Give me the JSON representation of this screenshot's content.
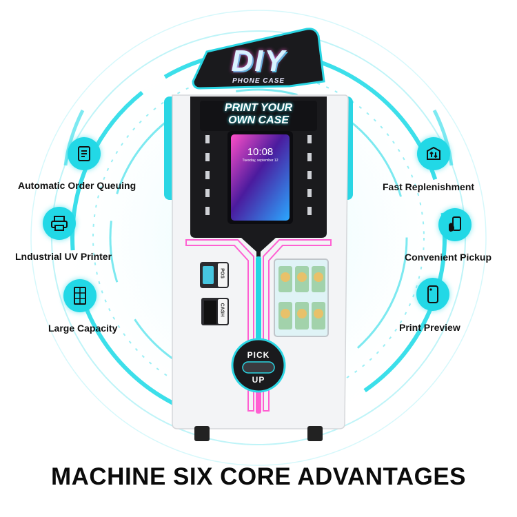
{
  "logo": {
    "main": "DIY",
    "sub": "PHONE CASE"
  },
  "banner": {
    "line1": "PRINT YOUR",
    "line2": "OWN CASE"
  },
  "phone_screen": {
    "time": "10:08",
    "date": "Tuesday, september 12"
  },
  "slot_labels": {
    "pos": "POS",
    "cash": "CASH"
  },
  "pickup": {
    "top": "PICK",
    "bottom": "UP"
  },
  "features": {
    "order_queuing": {
      "label": "Automatic Order Queuing",
      "icon": "document-list-icon"
    },
    "uv_printer": {
      "label": "Lndustrial UV Printer",
      "icon": "printer-icon"
    },
    "large_capacity": {
      "label": "Large Capacity",
      "icon": "cabinet-grid-icon"
    },
    "fast_replenishment": {
      "label": "Fast Replenishment",
      "icon": "box-arrows-icon"
    },
    "convenient_pickup": {
      "label": "Convenient Pickup",
      "icon": "hand-phone-icon"
    },
    "print_preview": {
      "label": "Print Preview",
      "icon": "phone-case-icon"
    }
  },
  "headline": "MACHINE SIX CORE ADVANTAGES",
  "colors": {
    "accent": "#22d8e6",
    "pink": "#ff5fd2",
    "machine_body": "#f2f3f5",
    "panel": "#1a1a1d"
  }
}
